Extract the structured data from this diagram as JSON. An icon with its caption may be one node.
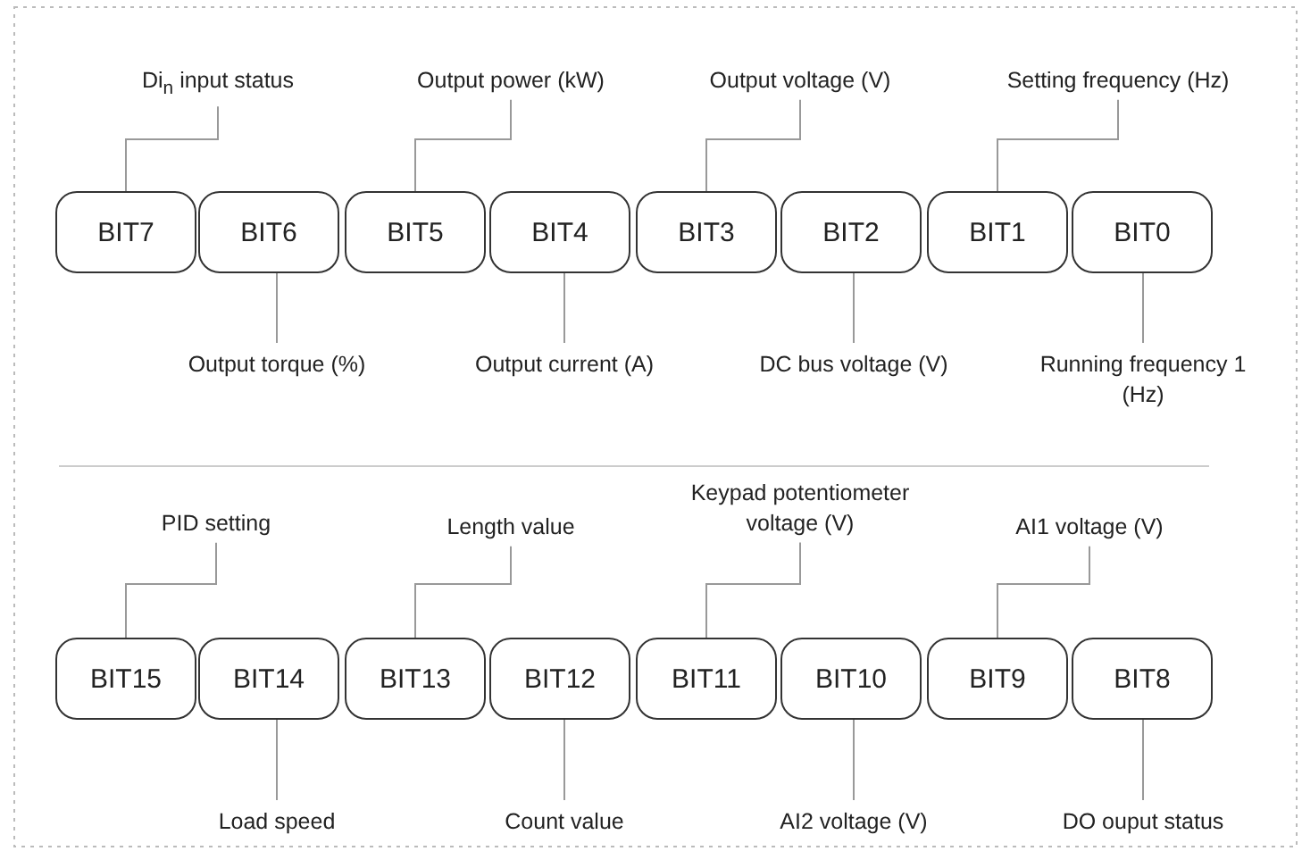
{
  "diagram": {
    "nodes": [
      {
        "text": [
          "Di$_{n}$ input status"
        ]
      },
      {
        "text": [
          "Output power (kW)"
        ]
      },
      {
        "text": [
          "Output voltage (V)"
        ]
      },
      {
        "text": [
          "Setting frequency (Hz)"
        ]
      },
      {
        "text": [
          "BIT7"
        ]
      },
      {
        "text": [
          "BIT6"
        ]
      },
      {
        "text": [
          "BIT5"
        ]
      },
      {
        "text": [
          "BIT4"
        ]
      },
      {
        "text": [
          "BIT3"
        ]
      },
      {
        "text": [
          "BIT2"
        ]
      },
      {
        "text": [
          "BIT1"
        ]
      },
      {
        "text": [
          "BIT0"
        ]
      },
      {
        "text": [
          "Output torque (%)"
        ]
      },
      {
        "text": [
          "Output current (A)"
        ]
      },
      {
        "text": [
          "DC bus voltage (V)"
        ]
      },
      {
        "text": [
          "Running frequency 1 (Hz)"
        ]
      },
      {
        "text": [
          "PID setting"
        ]
      },
      {
        "text": [
          "Length value"
        ]
      },
      {
        "text": [
          "Keypad potentiometer voltage (V)"
        ]
      },
      {
        "text": [
          "AI1 voltage (V)"
        ]
      },
      {
        "text": [
          "BIT15"
        ]
      },
      {
        "text": [
          "BIT14"
        ]
      },
      {
        "text": [
          "BIT13"
        ]
      },
      {
        "text": [
          "BIT12"
        ]
      },
      {
        "text": [
          "BIT11"
        ]
      },
      {
        "text": [
          "BIT10"
        ]
      },
      {
        "text": [
          "BIT9"
        ]
      },
      {
        "text": [
          "BIT8"
        ]
      },
      {
        "text": [
          "Load speed"
        ]
      },
      {
        "text": [
          "Count value"
        ]
      },
      {
        "text": [
          "AI2 voltage (V)"
        ]
      },
      {
        "text": [
          "DO ouput status"
        ]
      }
    ],
    "edges": [
      {
        "from": 0,
        "to": 4,
        "arrow": "none"
      },
      {
        "from": 1,
        "to": 6,
        "arrow": "none"
      },
      {
        "from": 2,
        "to": 8,
        "arrow": "none"
      },
      {
        "from": 3,
        "to": 10,
        "arrow": "none"
      },
      {
        "from": 12,
        "to": 5,
        "arrow": "none"
      },
      {
        "from": 13,
        "to": 7,
        "arrow": "none"
      },
      {
        "from": 14,
        "to": 9,
        "arrow": "none"
      },
      {
        "from": 15,
        "to": 11,
        "arrow": "none"
      },
      {
        "from": 16,
        "to": 20,
        "arrow": "none"
      },
      {
        "from": 17,
        "to": 22,
        "arrow": "none"
      },
      {
        "from": 18,
        "to": 24,
        "arrow": "none"
      },
      {
        "from": 19,
        "to": 26,
        "arrow": "none"
      },
      {
        "from": 28,
        "to": 21,
        "arrow": "none"
      },
      {
        "from": 29,
        "to": 23,
        "arrow": "none"
      },
      {
        "from": 30,
        "to": 25,
        "arrow": "none"
      },
      {
        "from": 31,
        "to": 27,
        "arrow": "none"
      }
    ]
  }
}
